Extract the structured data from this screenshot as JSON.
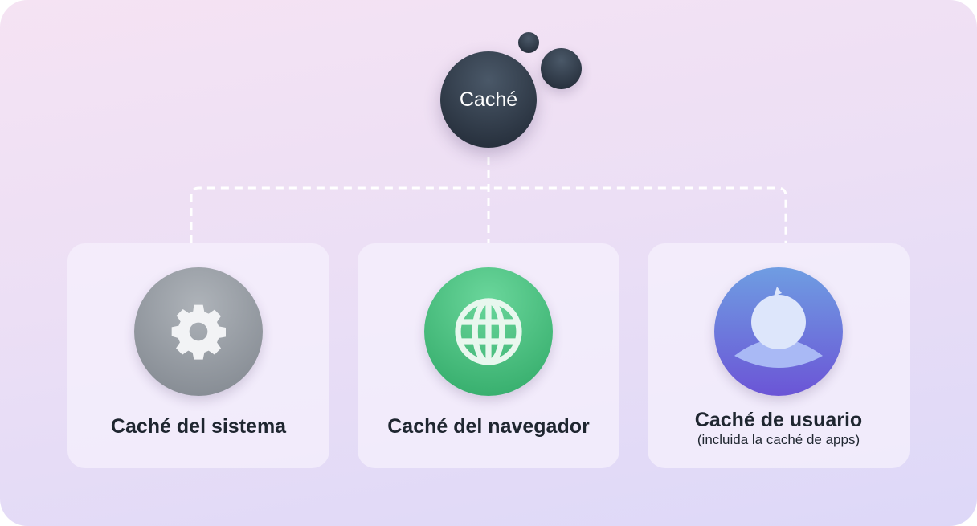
{
  "root": {
    "label": "Caché"
  },
  "nodes": [
    {
      "label": "Caché del sistema",
      "icon": "gear-icon",
      "color": "#8d939b"
    },
    {
      "label": "Caché del navegador",
      "icon": "globe-icon",
      "color": "#3fb87a"
    },
    {
      "label": "Caché de usuario",
      "sublabel": "(incluida la caché de apps)",
      "icon": "user-icon",
      "color": "#6a63d8"
    }
  ]
}
